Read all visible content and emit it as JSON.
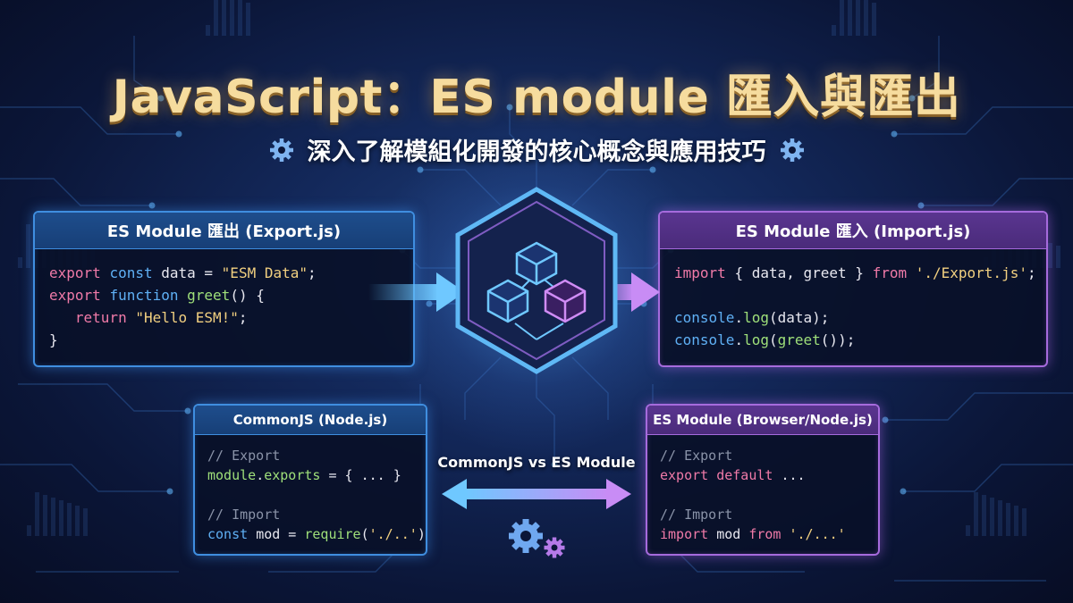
{
  "header": {
    "title": "JavaScript：ES module 匯入與匯出",
    "subtitle": "深入了解模組化開發的核心概念與應用技巧"
  },
  "cards": {
    "export": {
      "title": "ES Module 匯出 (Export.js)",
      "lines": [
        [
          {
            "t": "export ",
            "c": "kw-pink"
          },
          {
            "t": "const ",
            "c": "kw-blue"
          },
          {
            "t": "data = ",
            "c": "plain"
          },
          {
            "t": "\"ESM Data\"",
            "c": "str"
          },
          {
            "t": ";",
            "c": "plain"
          }
        ],
        [
          {
            "t": "export ",
            "c": "kw-pink"
          },
          {
            "t": "function ",
            "c": "kw-blue"
          },
          {
            "t": "greet",
            "c": "fn"
          },
          {
            "t": "() {",
            "c": "plain"
          }
        ],
        [
          {
            "t": "   return ",
            "c": "kw-pink"
          },
          {
            "t": "\"Hello ESM!\"",
            "c": "str"
          },
          {
            "t": ";",
            "c": "plain"
          }
        ],
        [
          {
            "t": "}",
            "c": "plain"
          }
        ]
      ]
    },
    "import": {
      "title": "ES Module 匯入 (Import.js)",
      "lines": [
        [
          {
            "t": "import ",
            "c": "kw-pink"
          },
          {
            "t": "{ data, greet } ",
            "c": "plain"
          },
          {
            "t": "from ",
            "c": "kw-pink"
          },
          {
            "t": "'./Export.js'",
            "c": "str"
          },
          {
            "t": ";",
            "c": "plain"
          }
        ],
        [
          {
            "t": "",
            "c": "plain"
          }
        ],
        [
          {
            "t": "console",
            "c": "kw-blue"
          },
          {
            "t": ".",
            "c": "plain"
          },
          {
            "t": "log",
            "c": "fn"
          },
          {
            "t": "(data);",
            "c": "plain"
          }
        ],
        [
          {
            "t": "console",
            "c": "kw-blue"
          },
          {
            "t": ".",
            "c": "plain"
          },
          {
            "t": "log",
            "c": "fn"
          },
          {
            "t": "(",
            "c": "plain"
          },
          {
            "t": "greet",
            "c": "fn"
          },
          {
            "t": "());",
            "c": "plain"
          }
        ]
      ]
    },
    "commonjs": {
      "title": "CommonJS (Node.js)",
      "lines": [
        [
          {
            "t": "// Export",
            "c": "cmt"
          }
        ],
        [
          {
            "t": "module",
            "c": "fn"
          },
          {
            "t": ".",
            "c": "plain"
          },
          {
            "t": "exports",
            "c": "fn"
          },
          {
            "t": " = { ... }",
            "c": "plain"
          }
        ],
        [
          {
            "t": "",
            "c": "plain"
          }
        ],
        [
          {
            "t": "// Import",
            "c": "cmt"
          }
        ],
        [
          {
            "t": "const ",
            "c": "kw-blue"
          },
          {
            "t": "mod = ",
            "c": "plain"
          },
          {
            "t": "require",
            "c": "fn"
          },
          {
            "t": "(",
            "c": "plain"
          },
          {
            "t": "'./..'",
            "c": "str"
          },
          {
            "t": ")",
            "c": "plain"
          }
        ]
      ]
    },
    "esm": {
      "title": "ES Module (Browser/Node.js)",
      "lines": [
        [
          {
            "t": "// Export",
            "c": "cmt"
          }
        ],
        [
          {
            "t": "export default ",
            "c": "kw-pink"
          },
          {
            "t": "...",
            "c": "plain"
          }
        ],
        [
          {
            "t": "",
            "c": "plain"
          }
        ],
        [
          {
            "t": "// Import",
            "c": "cmt"
          }
        ],
        [
          {
            "t": "import ",
            "c": "kw-pink"
          },
          {
            "t": "mod ",
            "c": "plain"
          },
          {
            "t": "from ",
            "c": "kw-pink"
          },
          {
            "t": "'./...'",
            "c": "str"
          }
        ]
      ]
    }
  },
  "comparison": {
    "label": "CommonJS vs ES Module"
  },
  "colors": {
    "title": "#f6dc9e",
    "accent_blue": "#3f8ee0",
    "accent_purple": "#a66bdd",
    "background": "#0b1638"
  },
  "icons": {
    "subtitle_left": "gear-icon",
    "subtitle_right": "gear-icon",
    "center": "hexagon-modules-icon",
    "bottom": "gears-icon"
  }
}
